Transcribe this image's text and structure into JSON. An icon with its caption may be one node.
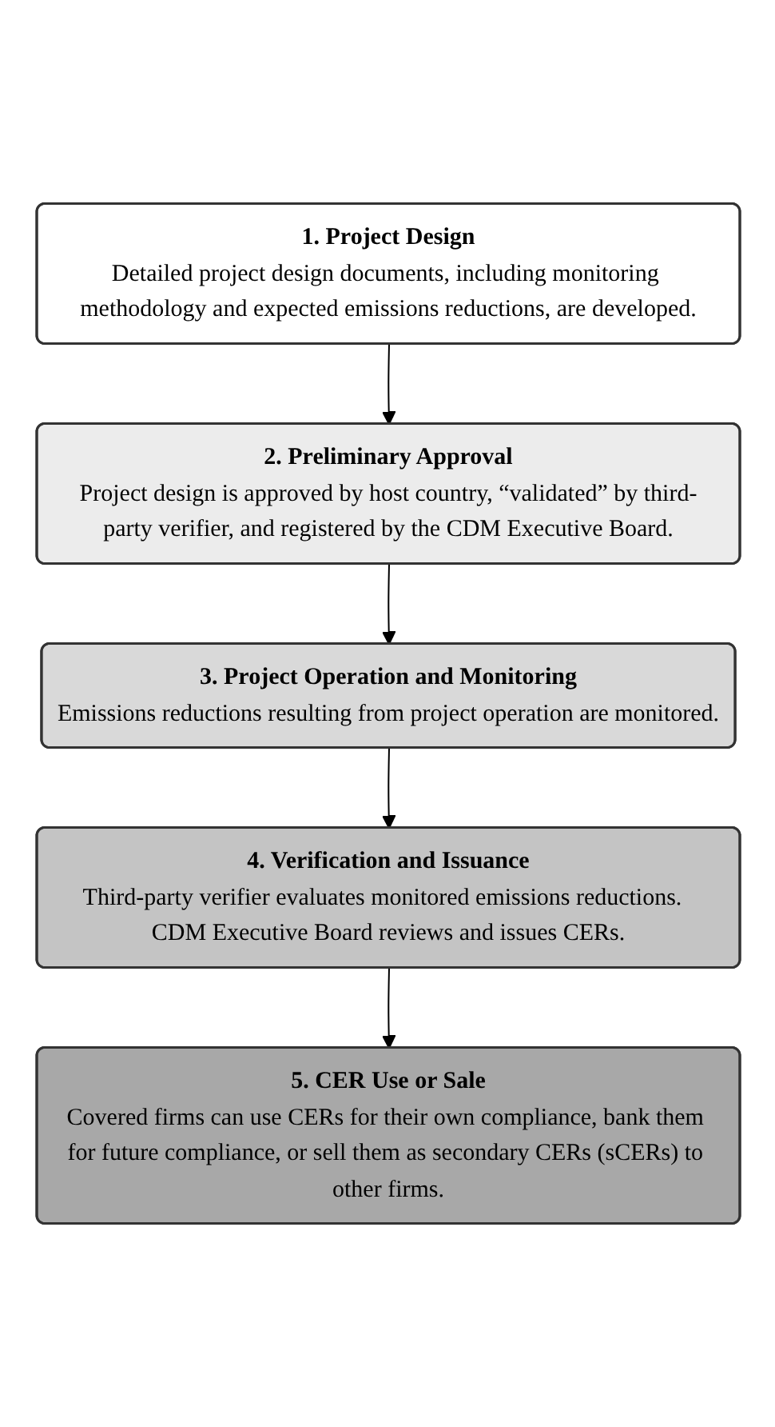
{
  "diagram": {
    "nodes": [
      {
        "text": [
          "1. Project Design",
          "Detailed project design documents, including monitoring methodology and expected emissions reductions, are developed."
        ]
      },
      {
        "text": [
          "2. Preliminary Approval",
          "Project design is approved by host country, “validated” by third-party verifier, and registered by the CDM Executive Board."
        ]
      },
      {
        "text": [
          "3. Project Operation and Monitoring",
          "Emissions reductions resulting from project operation are monitored."
        ]
      },
      {
        "text": [
          "4. Verification and Issuance",
          "Third-party verifier evaluates monitored emissions reductions.  CDM Executive Board reviews and issues CERs."
        ]
      },
      {
        "text": [
          "5. CER Use or Sale",
          "Covered firms can use CERs for their own compliance, bank them for future compliance, or sell them as secondary CERs (sCERs) to other firms."
        ]
      }
    ],
    "edges": [
      {
        "from": 0,
        "to": 1,
        "arrow": "to"
      },
      {
        "from": 1,
        "to": 2,
        "arrow": "to"
      },
      {
        "from": 2,
        "to": 3,
        "arrow": "to"
      },
      {
        "from": 3,
        "to": 4,
        "arrow": "to"
      }
    ]
  }
}
